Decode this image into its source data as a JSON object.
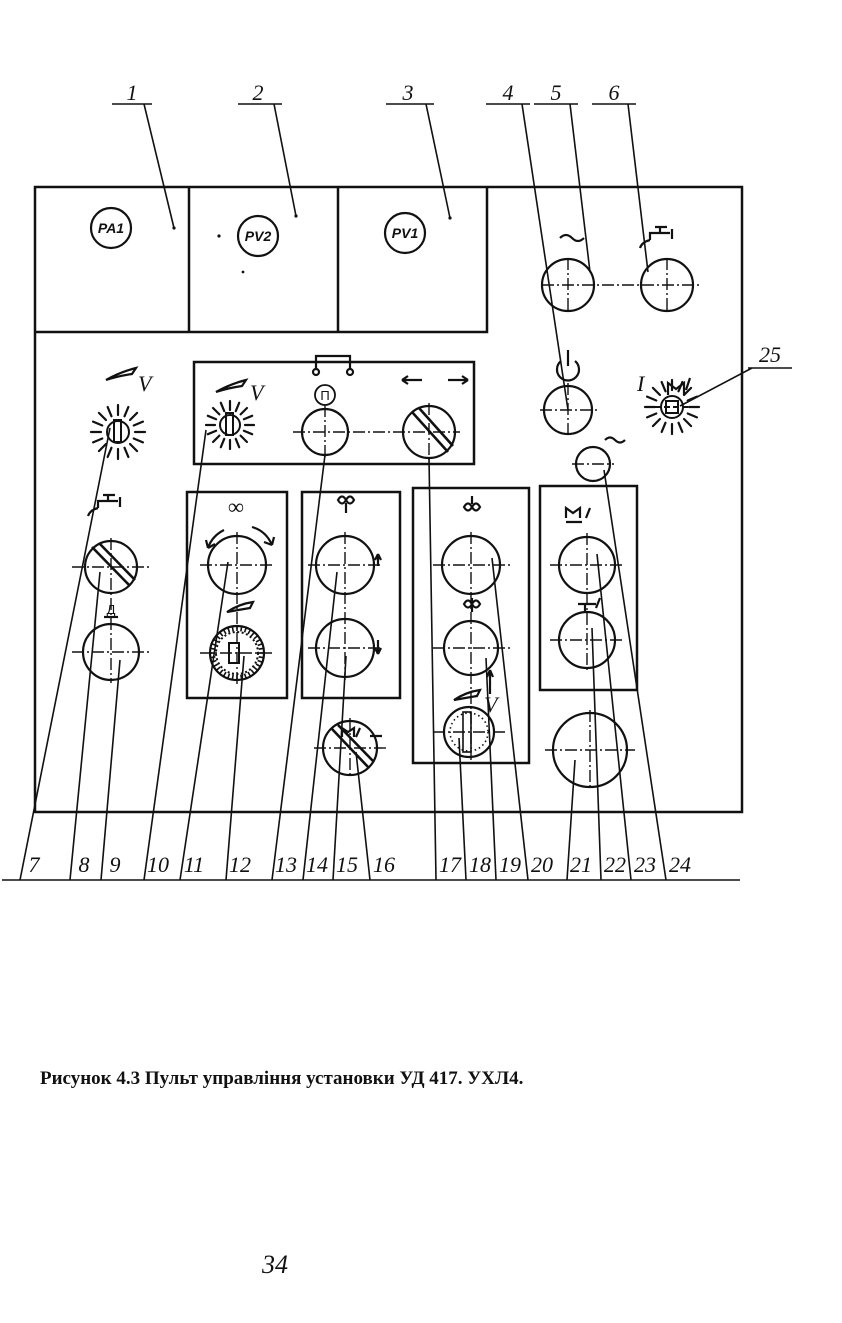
{
  "diagram": {
    "meters": [
      "PA1",
      "PV2",
      "PV1"
    ],
    "top_labels": [
      "1",
      "2",
      "3",
      "4",
      "5",
      "6"
    ],
    "bottom_labels": [
      "7",
      "8",
      "9",
      "10",
      "11",
      "12",
      "13",
      "14",
      "15",
      "16",
      "17",
      "18",
      "19",
      "20",
      "21",
      "22",
      "23",
      "24"
    ],
    "right_label": "25",
    "symbols": {
      "roman_one": "I",
      "v_mark_1": "V",
      "v_mark_2": "V",
      "v_mark_3": "V",
      "p_mark": "П",
      "infinity": "∞",
      "d_mark": "Д"
    }
  },
  "caption": "Рисунок 4.3 Пульт управління установки УД 417. УХЛ4.",
  "page_number": "34"
}
